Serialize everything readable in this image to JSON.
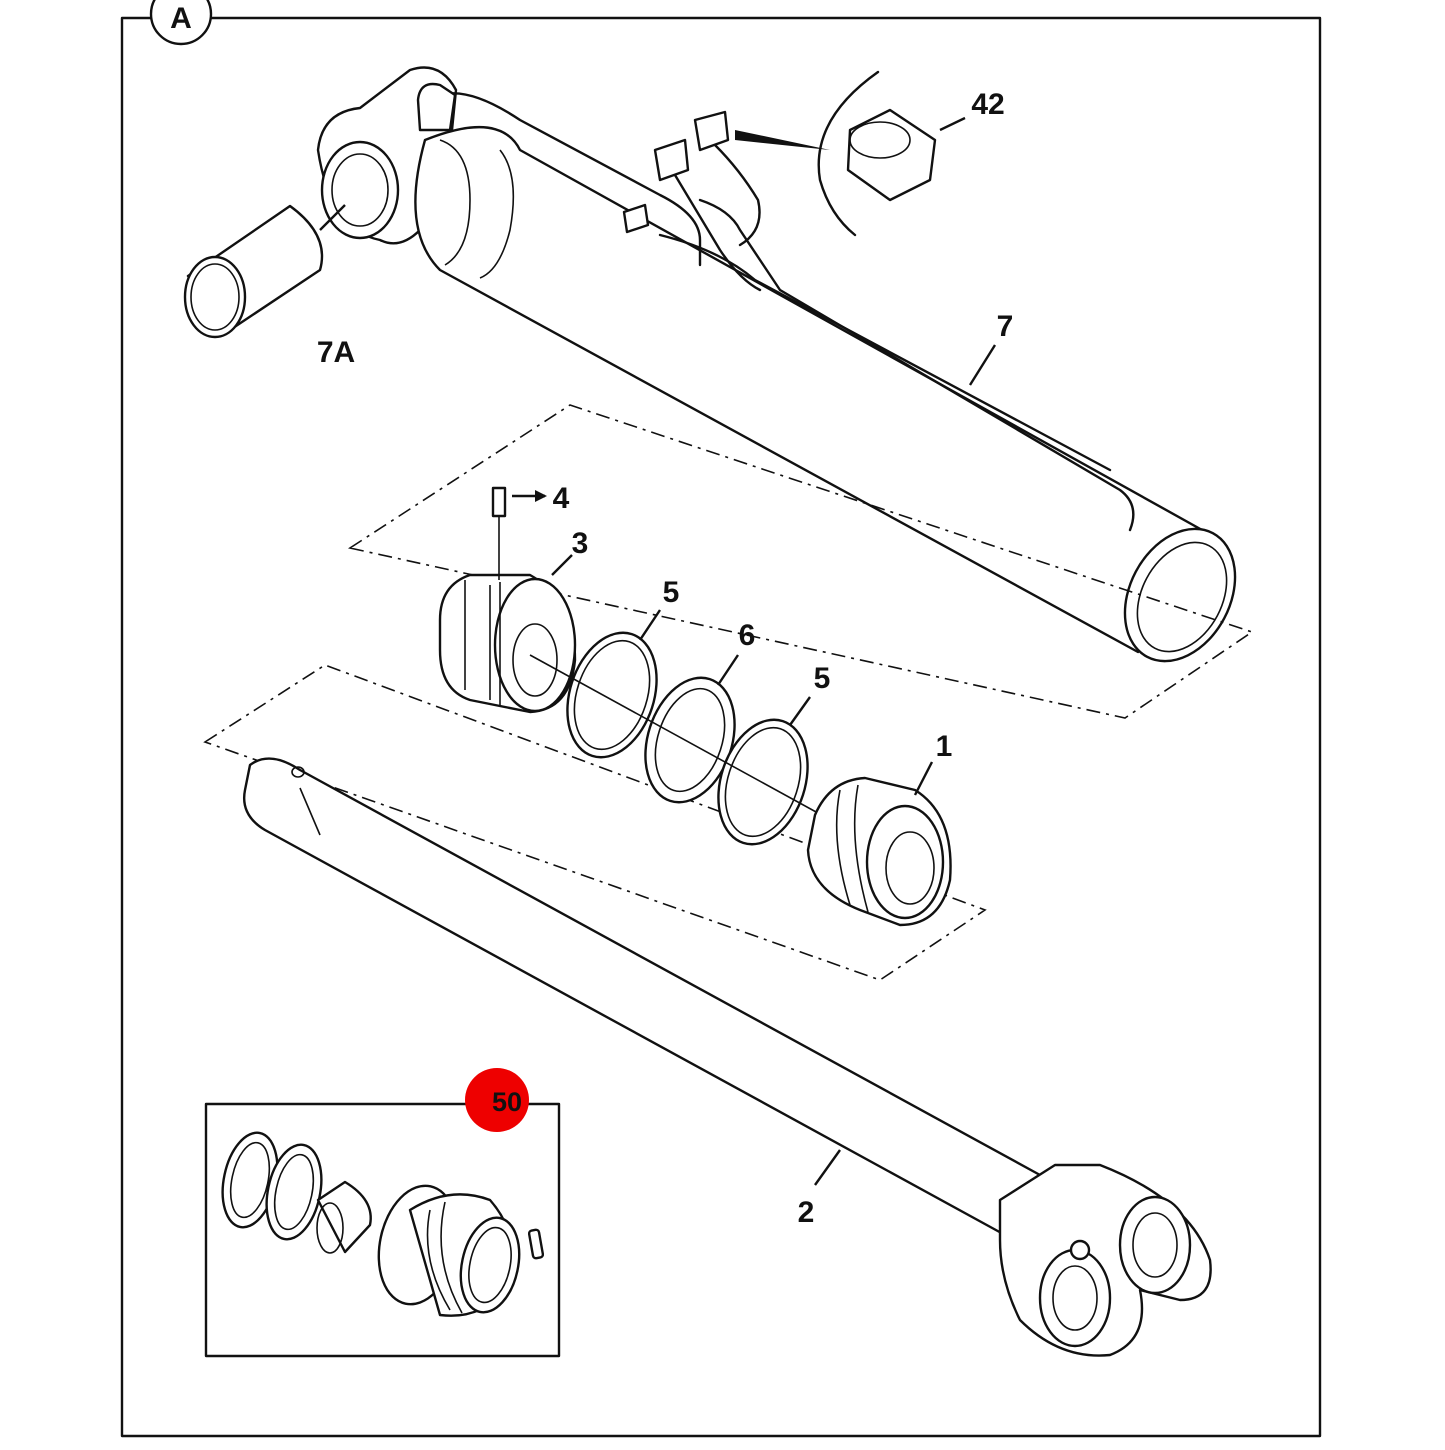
{
  "view_marker": "A",
  "colors": {
    "kit_badge": "#ee0000",
    "line": "#111111",
    "background": "#ffffff"
  },
  "callouts": {
    "c42": "42",
    "c7": "7",
    "c7a": "7A",
    "c4": "4",
    "c3": "3",
    "c5a": "5",
    "c6": "6",
    "c5b": "5",
    "c1": "1",
    "c2": "2",
    "c50": "50"
  }
}
